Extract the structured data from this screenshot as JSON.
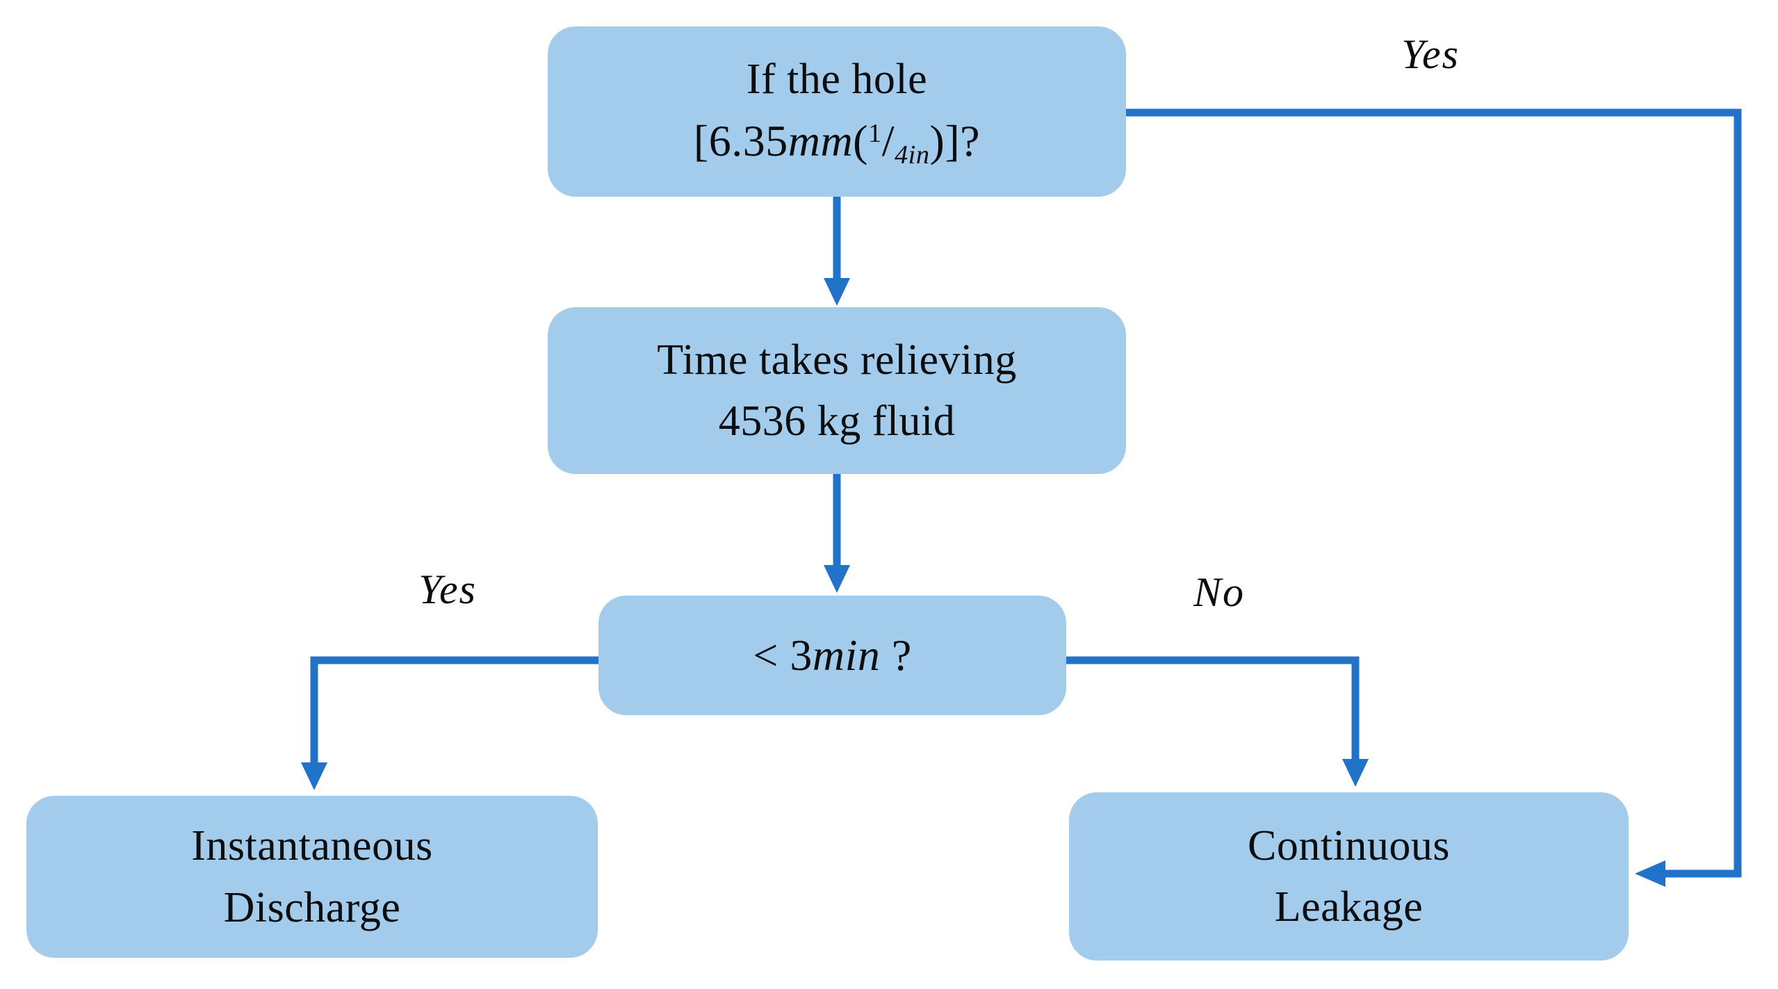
{
  "diagram": {
    "colors": {
      "node_fill": "#a2cbec",
      "connector_blue": "#2073c8",
      "text_color": "#0d0d0d",
      "background": "#ffffff"
    },
    "nodes": {
      "hole": {
        "line1": "If the hole",
        "l2_open": "[6.35",
        "l2_mm": "mm",
        "l2_paren": "(",
        "l2_frac_num": "1",
        "l2_frac_slash": "/",
        "l2_frac_den": "4in",
        "l2_close": ")]?"
      },
      "time": {
        "line1": "Time takes relieving",
        "line2": "4536 kg fluid"
      },
      "decision": {
        "prefix": "< 3",
        "unit": "min",
        "suffix": " ?"
      },
      "instant": {
        "line1": "Instantaneous",
        "line2": "Discharge"
      },
      "continuous": {
        "line1": "Continuous",
        "line2": "Leakage"
      }
    },
    "edge_labels": {
      "yes_top": "Yes",
      "yes_left": "Yes",
      "no_right": "No"
    }
  }
}
